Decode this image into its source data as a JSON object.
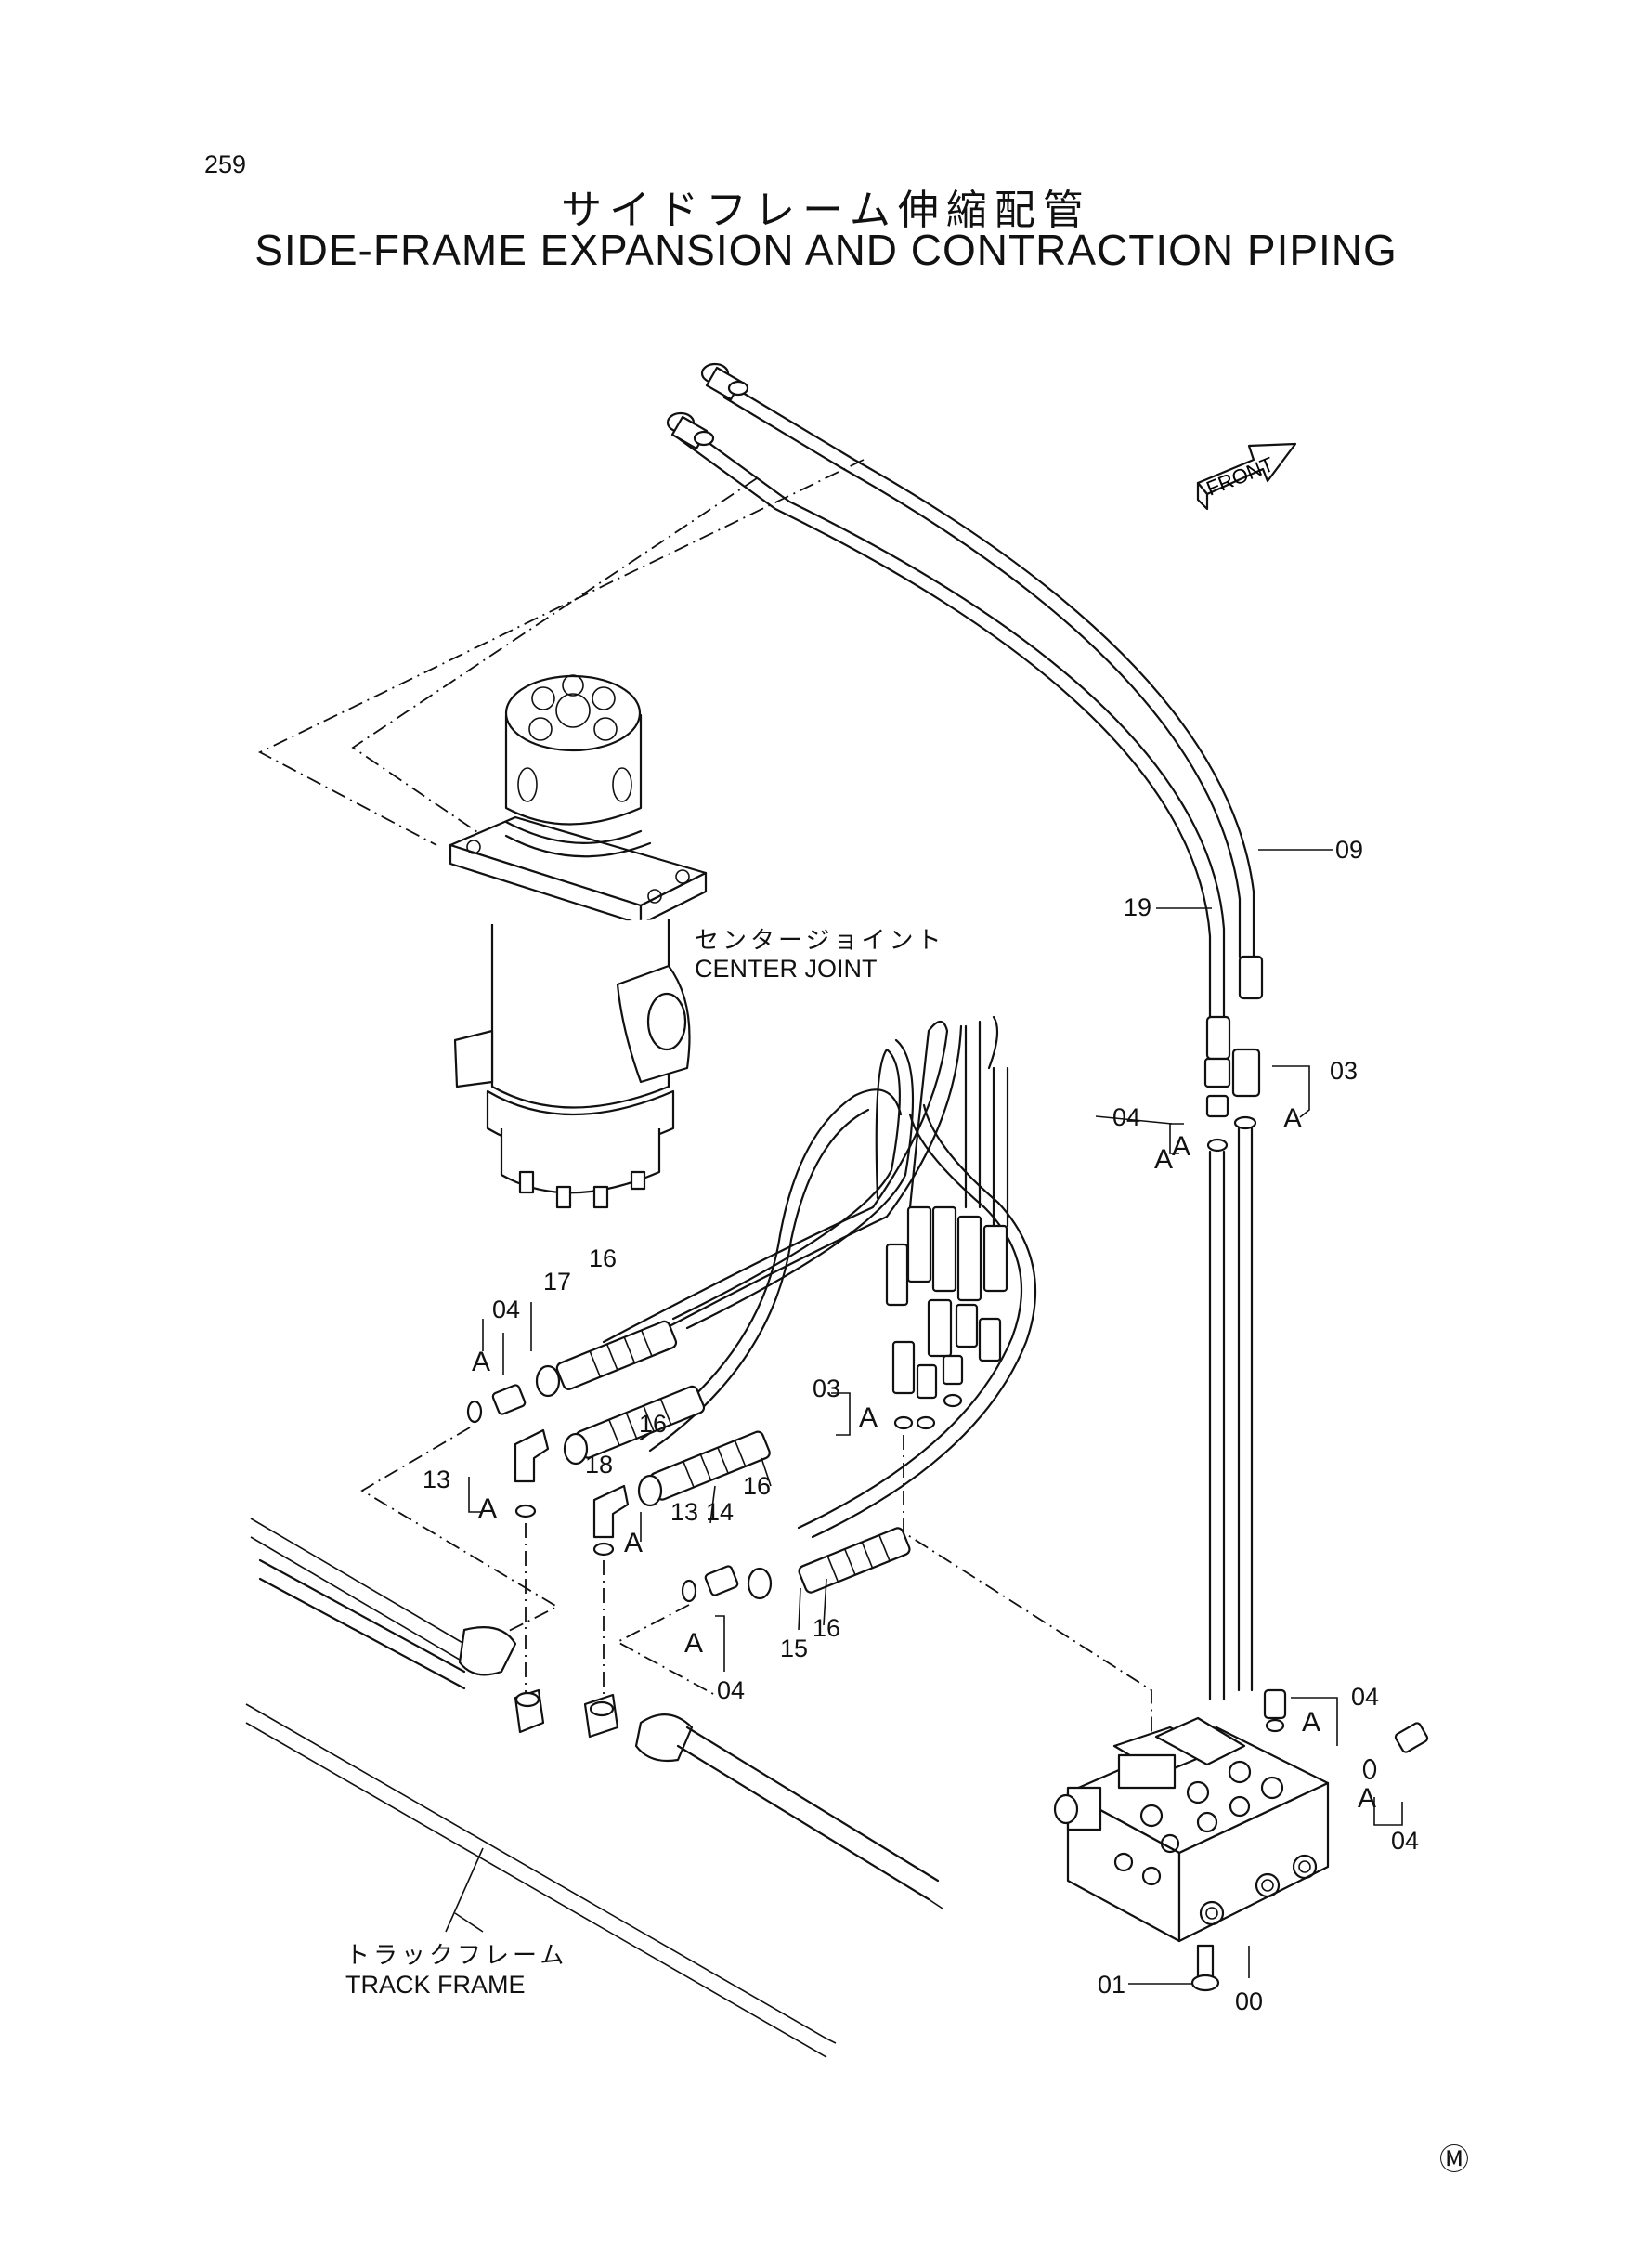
{
  "page_number": "259",
  "title_jp": "サイドフレーム伸縮配管",
  "title_en": "SIDE-FRAME EXPANSION AND CONTRACTION PIPING",
  "front_label": "FRONT",
  "components": {
    "center_joint_jp": "センタージョイント",
    "center_joint_en": "CENTER JOINT",
    "track_frame_jp": "トラックフレーム",
    "track_frame_en": "TRACK FRAME"
  },
  "callouts": {
    "p09": "09",
    "p19": "19",
    "p03_top": "03",
    "p04_top": "04",
    "p16_a": "16",
    "p17": "17",
    "p04_left": "04",
    "p16_b": "16",
    "p18": "18",
    "p16_c": "16",
    "p03_mid": "03",
    "p13_a": "13",
    "p13_b": "13",
    "p14": "14",
    "p15": "15",
    "p16_d": "16",
    "p04_bottom": "04",
    "p04_right_a": "04",
    "p04_right_b": "04",
    "p01": "01",
    "p00": "00"
  },
  "port_marks": {
    "a1": "A",
    "a2": "A",
    "a3": "A",
    "a4": "A",
    "a5": "A",
    "a6": "A",
    "a7": "A",
    "a8": "A",
    "a9": "A",
    "a10": "A"
  },
  "copyright_mark": "Ⓜ"
}
